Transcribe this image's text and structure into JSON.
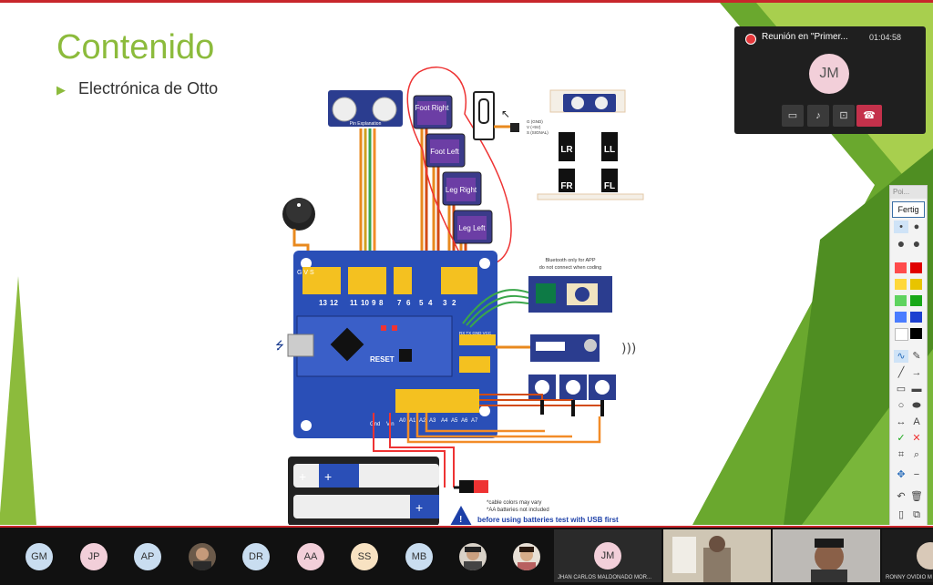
{
  "slide": {
    "title": "Contenido",
    "bullet": "Electrónica de Otto",
    "servos": [
      "Foot Right",
      "Foot Left",
      "Leg Right",
      "Leg Left"
    ],
    "robot_labels": [
      "LR",
      "LL",
      "FR",
      "FL"
    ],
    "servo_pins": "G (GND)\nV (+5V)\nS (SIGNAL)",
    "board": {
      "pin_numbers": [
        "13",
        "12",
        "11",
        "10",
        "9",
        "8",
        "7",
        "6",
        "5",
        "4",
        "3",
        "2"
      ],
      "gvs": "G V S",
      "reset": "RESET",
      "analog_pins": [
        "A0",
        "A1",
        "A2",
        "A3",
        "A4",
        "A5",
        "A6",
        "A7"
      ],
      "power_pins": [
        "Gnd",
        "Vin"
      ]
    },
    "bluetooth": {
      "note": "Bluetooth only for APP",
      "note2": "do not connect when coding",
      "pins": "RX TX GND VCC"
    },
    "ultrasonic_label": "Pin Explanation",
    "footnote1": "*cable colors may vary",
    "footnote2": "*AA batteries not included",
    "warning": "before using batteries test with USB first"
  },
  "meeting": {
    "title": "Reunión en \"Primer...",
    "time": "01:04:58",
    "avatar": "JM",
    "controls": [
      "camera-icon",
      "mic-icon",
      "share-icon",
      "hangup-icon"
    ]
  },
  "tools": {
    "title": "Poi...",
    "done_label": "Fertig",
    "colors": [
      "#ff4b4b",
      "#e00000",
      "#ffd83b",
      "#e8c400",
      "#5fd35f",
      "#18a818",
      "#4a7cff",
      "#1c3fd0",
      "#ffffff",
      "#000000"
    ]
  },
  "participants": {
    "avatars": [
      {
        "initials": "GM",
        "bg": "#c9ddf0"
      },
      {
        "initials": "JP",
        "bg": "#f2cfd9"
      },
      {
        "initials": "AP",
        "bg": "#c9ddf0"
      },
      {
        "initials": "DR",
        "bg": "#c9ddf0"
      },
      {
        "initials": "AA",
        "bg": "#f2cfd9"
      },
      {
        "initials": "SS",
        "bg": "#f8e2c2"
      },
      {
        "initials": "MB",
        "bg": "#c9ddf0"
      }
    ],
    "tile_jm": {
      "initials": "JM",
      "name": "JHAN CARLOS MALDONADO MOR..."
    },
    "tile_last_name": "RONNY OVIDIO M"
  }
}
